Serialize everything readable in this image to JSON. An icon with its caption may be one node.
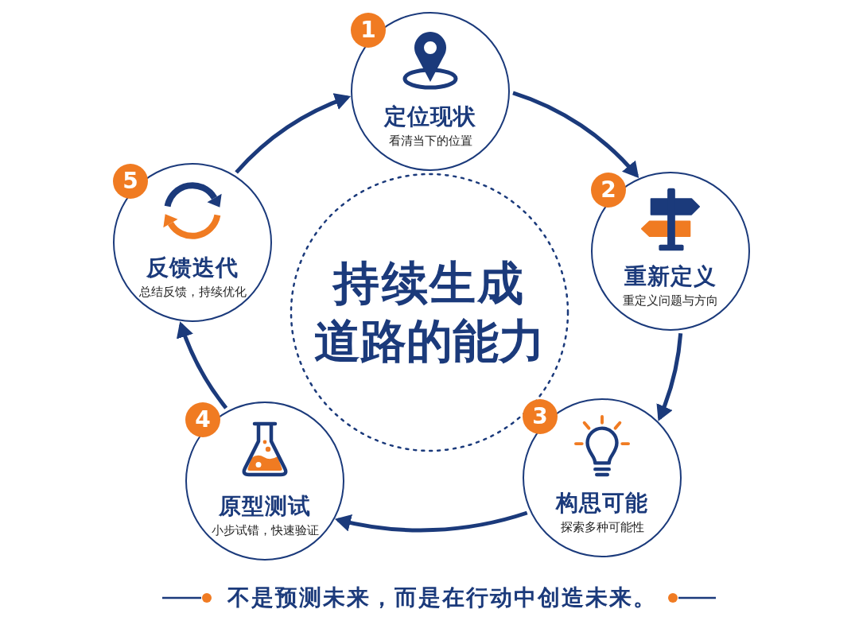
{
  "diagram": {
    "caption": "不是预测未来，而是在行动中创造未来。",
    "nodes": [
      {
        "text": [
          "1",
          "定位现状",
          "看清当下的位置"
        ]
      },
      {
        "text": [
          "2",
          "重新定义",
          "重定义问题与方向"
        ]
      },
      {
        "text": [
          "3",
          "构思可能",
          "探索多种可能性"
        ]
      },
      {
        "text": [
          "4",
          "原型测试",
          "小步试错，快速验证"
        ]
      },
      {
        "text": [
          "5",
          "反馈迭代",
          "总结反馈，持续优化"
        ]
      },
      {
        "text": [
          "持续生成道路的能力"
        ]
      }
    ],
    "edges": [
      {
        "from": 0,
        "to": 1,
        "arrow": "to"
      },
      {
        "from": 1,
        "to": 2,
        "arrow": "to"
      },
      {
        "from": 2,
        "to": 3,
        "arrow": "to"
      },
      {
        "from": 3,
        "to": 4,
        "arrow": "to"
      },
      {
        "from": 4,
        "to": 0,
        "arrow": "to"
      }
    ]
  }
}
